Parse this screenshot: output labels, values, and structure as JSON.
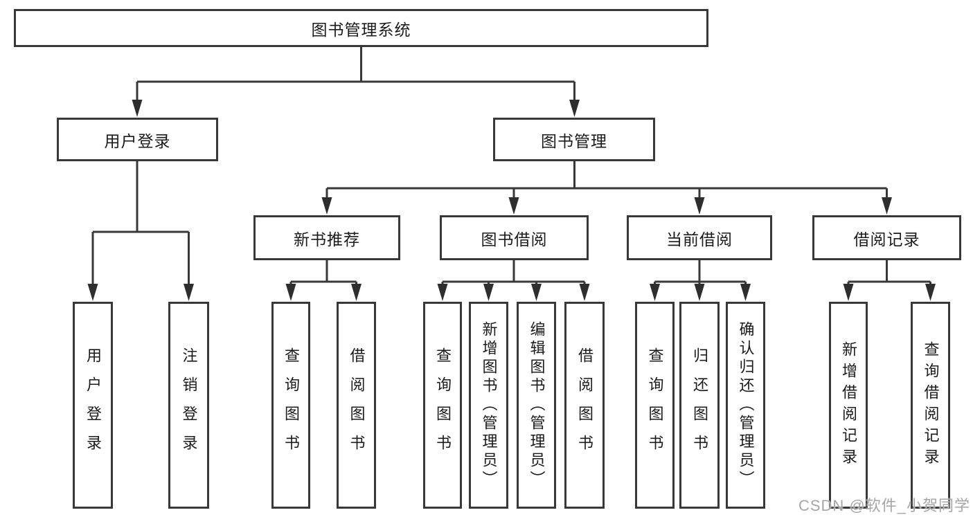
{
  "tree": {
    "root": "图书管理系统",
    "branches": [
      {
        "label": "用户登录",
        "children": [
          "用户登录",
          "注销登录"
        ]
      },
      {
        "label": "图书管理",
        "groups": [
          {
            "label": "新书推荐",
            "children": [
              "查询图书",
              "借阅图书"
            ]
          },
          {
            "label": "图书借阅",
            "children": [
              "查询图书",
              "新增图书（管理员）",
              "编辑图书（管理员）",
              "借阅图书"
            ]
          },
          {
            "label": "当前借阅",
            "children": [
              "查询图书",
              "归还图书",
              "确认归还（管理员）"
            ]
          },
          {
            "label": "借阅记录",
            "children": [
              "新增借阅记录",
              "查询借阅记录"
            ]
          }
        ]
      }
    ]
  },
  "watermark": "CSDN @软件_小贺同学",
  "colors": {
    "line": "#383838",
    "arrow": "#2e2e2e",
    "text": "#1b1b1b",
    "watermark": "#a6a6a6",
    "background": "#ffffff"
  }
}
